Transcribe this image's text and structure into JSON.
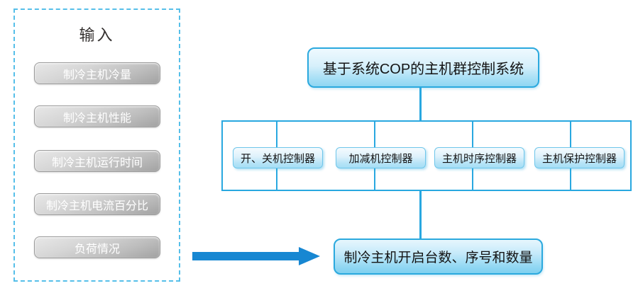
{
  "input_panel": {
    "title": "输入",
    "items": [
      {
        "label": "制冷主机冷量"
      },
      {
        "label": "制冷主机性能"
      },
      {
        "label": "制冷主机运行时间"
      },
      {
        "label": "制冷主机电流百分比"
      },
      {
        "label": "负荷情况"
      }
    ]
  },
  "flow": {
    "top_box": "基于系统COP的主机群控制系统",
    "controllers": [
      {
        "label": "开、关机控制器"
      },
      {
        "label": "加减机控制器"
      },
      {
        "label": "主机时序控制器"
      },
      {
        "label": "主机保护控制器"
      }
    ],
    "output_box": "制冷主机开启台数、序号和数量"
  },
  "icons": {
    "flow_arrow": "right-arrow"
  },
  "colors": {
    "line_blue": "#29a8e0",
    "box_border_blue": "#2ba9de",
    "box_fill_light": "#eef9fe",
    "box_fill_deep": "#8fd6f2",
    "panel_dash_blue": "#56bfe9",
    "arrow_blue": "#1787d2",
    "button_gray_light": "#e8e8e8",
    "button_gray_dark": "#a2a2a2",
    "button_text": "#ffffff",
    "diagram_text": "#141414"
  }
}
